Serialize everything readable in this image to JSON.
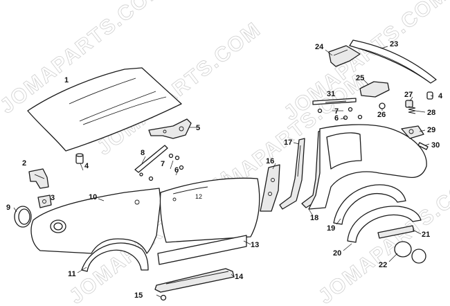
{
  "watermark": {
    "text": "JOMAPARTS.COM"
  },
  "callouts": [
    {
      "id": "1",
      "label": "1"
    },
    {
      "id": "2",
      "label": "2"
    },
    {
      "id": "3",
      "label": "3"
    },
    {
      "id": "4a",
      "label": "4"
    },
    {
      "id": "4b",
      "label": "4"
    },
    {
      "id": "5",
      "label": "5"
    },
    {
      "id": "6a",
      "label": "6"
    },
    {
      "id": "6b",
      "label": "6"
    },
    {
      "id": "7a",
      "label": "7"
    },
    {
      "id": "7b",
      "label": "7"
    },
    {
      "id": "8",
      "label": "8"
    },
    {
      "id": "9",
      "label": "9"
    },
    {
      "id": "10",
      "label": "10"
    },
    {
      "id": "11",
      "label": "11"
    },
    {
      "id": "12",
      "label": "12"
    },
    {
      "id": "13",
      "label": "13"
    },
    {
      "id": "14",
      "label": "14"
    },
    {
      "id": "15",
      "label": "15"
    },
    {
      "id": "16",
      "label": "16"
    },
    {
      "id": "17",
      "label": "17"
    },
    {
      "id": "18",
      "label": "18"
    },
    {
      "id": "19",
      "label": "19"
    },
    {
      "id": "20",
      "label": "20"
    },
    {
      "id": "21",
      "label": "21"
    },
    {
      "id": "22",
      "label": "22"
    },
    {
      "id": "23",
      "label": "23"
    },
    {
      "id": "24",
      "label": "24"
    },
    {
      "id": "25",
      "label": "25"
    },
    {
      "id": "26",
      "label": "26"
    },
    {
      "id": "27",
      "label": "27"
    },
    {
      "id": "28",
      "label": "28"
    },
    {
      "id": "29",
      "label": "29"
    },
    {
      "id": "30",
      "label": "30"
    },
    {
      "id": "31",
      "label": "31"
    }
  ]
}
